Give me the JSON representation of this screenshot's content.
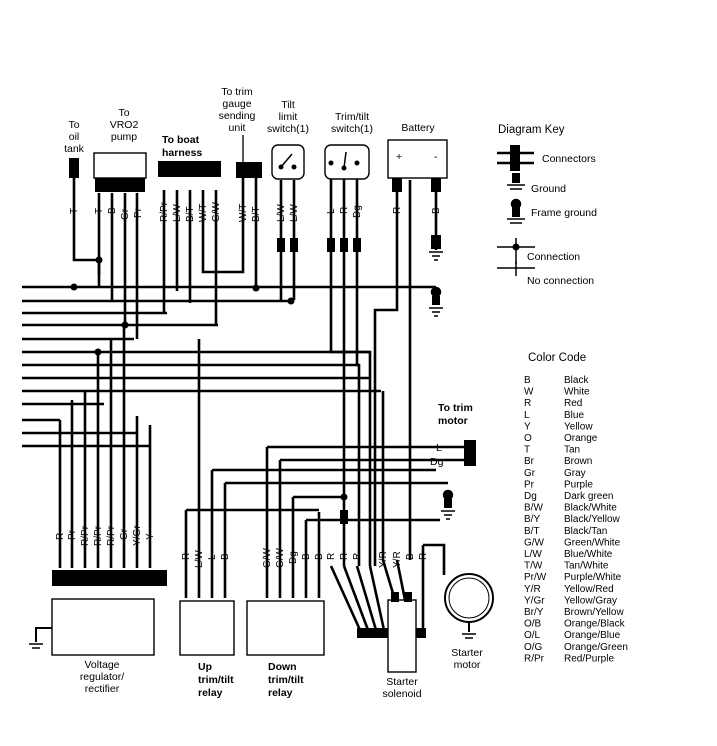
{
  "components": {
    "oil_tank": [
      "To",
      "oil",
      "tank"
    ],
    "vro2_pump": [
      "To",
      "VRO2",
      "pump"
    ],
    "boat_harness": [
      "To boat",
      "harness"
    ],
    "trim_gauge": [
      "To trim",
      "gauge",
      "sending",
      "unit"
    ],
    "tilt_limit": [
      "Tilt",
      "limit",
      "switch(1)"
    ],
    "trim_tilt_switch": [
      "Trim/tilt",
      "switch(1)"
    ],
    "battery": "Battery",
    "battery_plus": "+",
    "battery_minus": "-",
    "trim_motor": [
      "To trim",
      "motor"
    ],
    "trim_motor_pins": [
      "L",
      "Dg"
    ],
    "regulator": [
      "Voltage",
      "regulator/",
      "rectifier"
    ],
    "up_relay": [
      "Up",
      "trim/tilt",
      "relay"
    ],
    "down_relay": [
      "Down",
      "trim/tilt",
      "relay"
    ],
    "starter_solenoid": [
      "Starter",
      "solenoid"
    ],
    "starter_motor": [
      "Starter",
      "motor"
    ]
  },
  "pins": {
    "oil_tank": [
      "T"
    ],
    "vro2_pump": [
      "T",
      "B",
      "Gr",
      "Pr"
    ],
    "boat_harness": [
      "R/Pr",
      "L/W",
      "B/T",
      "W/T",
      "G/W"
    ],
    "trim_gauge": [
      "W/T",
      "B/T"
    ],
    "tilt_limit": [
      "L/W",
      "L/W"
    ],
    "trim_tilt_switch": [
      "L",
      "R",
      "Dg"
    ],
    "battery": [
      "R",
      "B"
    ],
    "regulator": [
      "R",
      "Pr",
      "R/Pr",
      "R/Pr",
      "R/Pr",
      "Gr",
      "Y/Gr",
      "Y"
    ],
    "relays_and_solenoid": [
      "R",
      "L/W",
      "L",
      "B",
      "G/W",
      "G/W",
      "Dg",
      "B",
      "B",
      "R",
      "R",
      "R",
      "Y/R",
      "Y/R",
      "B",
      "R"
    ]
  },
  "key": {
    "title": "Diagram Key",
    "connectors": "Connectors",
    "ground": "Ground",
    "frame_ground": "Frame ground",
    "connection": "Connection",
    "no_connection": "No connection"
  },
  "color_code": {
    "title": "Color Code",
    "entries": [
      [
        "B",
        "Black"
      ],
      [
        "W",
        "White"
      ],
      [
        "R",
        "Red"
      ],
      [
        "L",
        "Blue"
      ],
      [
        "Y",
        "Yellow"
      ],
      [
        "O",
        "Orange"
      ],
      [
        "T",
        "Tan"
      ],
      [
        "Br",
        "Brown"
      ],
      [
        "Gr",
        "Gray"
      ],
      [
        "Pr",
        "Purple"
      ],
      [
        "Dg",
        "Dark green"
      ],
      [
        "B/W",
        "Black/White"
      ],
      [
        "B/Y",
        "Black/Yellow"
      ],
      [
        "B/T",
        "Black/Tan"
      ],
      [
        "G/W",
        "Green/White"
      ],
      [
        "L/W",
        "Blue/White"
      ],
      [
        "T/W",
        "Tan/White"
      ],
      [
        "Pr/W",
        "Purple/White"
      ],
      [
        "Y/R",
        "Yellow/Red"
      ],
      [
        "Y/Gr",
        "Yellow/Gray"
      ],
      [
        "Br/Y",
        "Brown/Yellow"
      ],
      [
        "O/B",
        "Orange/Black"
      ],
      [
        "O/L",
        "Orange/Blue"
      ],
      [
        "O/G",
        "Orange/Green"
      ],
      [
        "R/Pr",
        "Red/Purple"
      ]
    ]
  }
}
